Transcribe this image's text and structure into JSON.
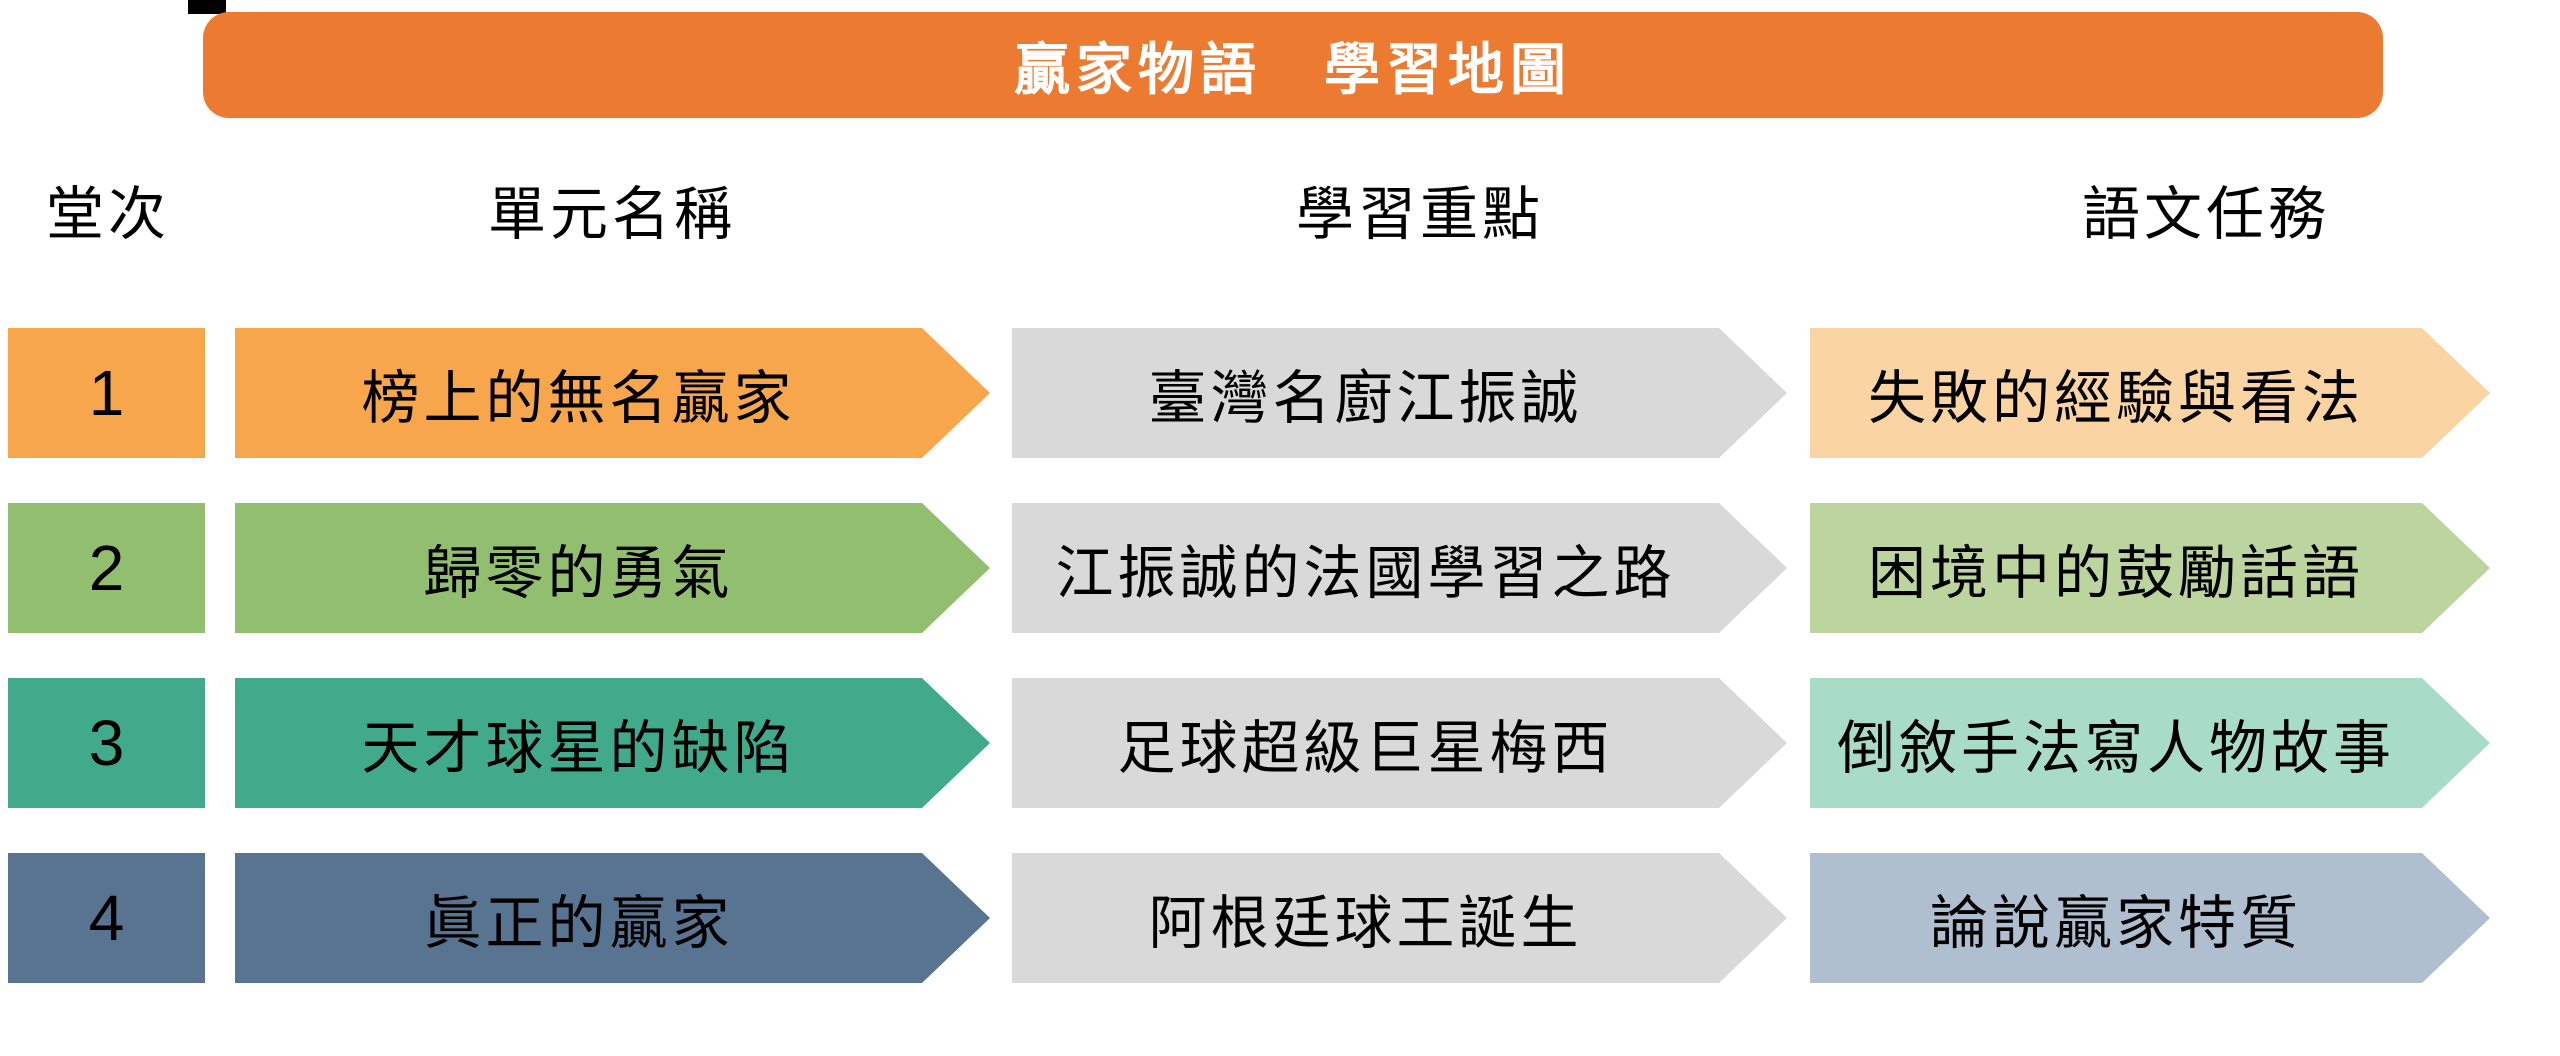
{
  "banner": {
    "title": "贏家物語　學習地圖",
    "bg_color": "#EC7A31",
    "text_color": "#FFFFFF"
  },
  "top_edge_artifact_color": "#000000",
  "columns": [
    {
      "label": "堂次"
    },
    {
      "label": "單元名稱"
    },
    {
      "label": "學習重點"
    },
    {
      "label": "語文任務"
    }
  ],
  "focus_arrow_color": "#D9D9D9",
  "rows": [
    {
      "session": "1",
      "unit": "榜上的無名贏家",
      "focus": "臺灣名廚江振誠",
      "task": "失敗的經驗與看法",
      "color": "#F8A64B",
      "task_color": "#FBD4A3"
    },
    {
      "session": "2",
      "unit": "歸零的勇氣",
      "focus": "江振誠的法國學習之路",
      "task": "困境中的鼓勵話語",
      "color": "#92BE6F",
      "task_color": "#BCD59E"
    },
    {
      "session": "3",
      "unit": "天才球星的缺陷",
      "focus": "足球超級巨星梅西",
      "task": "倒敘手法寫人物故事",
      "color": "#41AA8A",
      "task_color": "#A8DCC8"
    },
    {
      "session": "4",
      "unit": "眞正的贏家",
      "focus": "阿根廷球王誕生",
      "task": "論說贏家特質",
      "color": "#587491",
      "task_color": "#AFBFD0"
    }
  ]
}
